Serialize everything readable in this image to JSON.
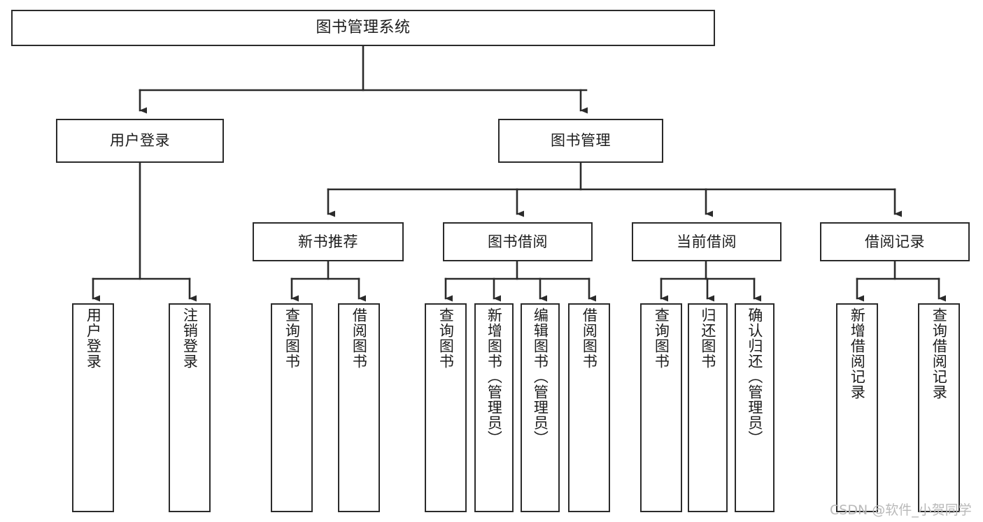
{
  "diagram": {
    "type": "tree",
    "title": "图书管理系统",
    "watermark": "CSDN @软件_小贺同学",
    "colors": {
      "box_border": "#2b2b2b",
      "box_fill": "#ffffff",
      "edge": "#2b2b2b",
      "text": "#1c1c1c",
      "watermark": "#b9b9b9"
    },
    "root": {
      "label": "图书管理系统"
    },
    "level1": [
      {
        "label": "用户登录"
      },
      {
        "label": "图书管理"
      }
    ],
    "level2": [
      {
        "label": "新书推荐"
      },
      {
        "label": "图书借阅"
      },
      {
        "label": "当前借阅"
      },
      {
        "label": "借阅记录"
      }
    ],
    "leaves": {
      "user_login": [
        {
          "label": "用户登录"
        },
        {
          "label": "注销登录"
        }
      ],
      "new_book_recommend": [
        {
          "label": "查询图书"
        },
        {
          "label": "借阅图书"
        }
      ],
      "book_borrow": [
        {
          "label": "查询图书"
        },
        {
          "label": "新增图书（管理员）"
        },
        {
          "label": "编辑图书（管理员）"
        },
        {
          "label": "借阅图书"
        }
      ],
      "current_borrow": [
        {
          "label": "查询图书"
        },
        {
          "label": "归还图书"
        },
        {
          "label": "确认归还（管理员）"
        }
      ],
      "borrow_record": [
        {
          "label": "新增借阅记录"
        },
        {
          "label": "查询借阅记录"
        }
      ]
    }
  }
}
